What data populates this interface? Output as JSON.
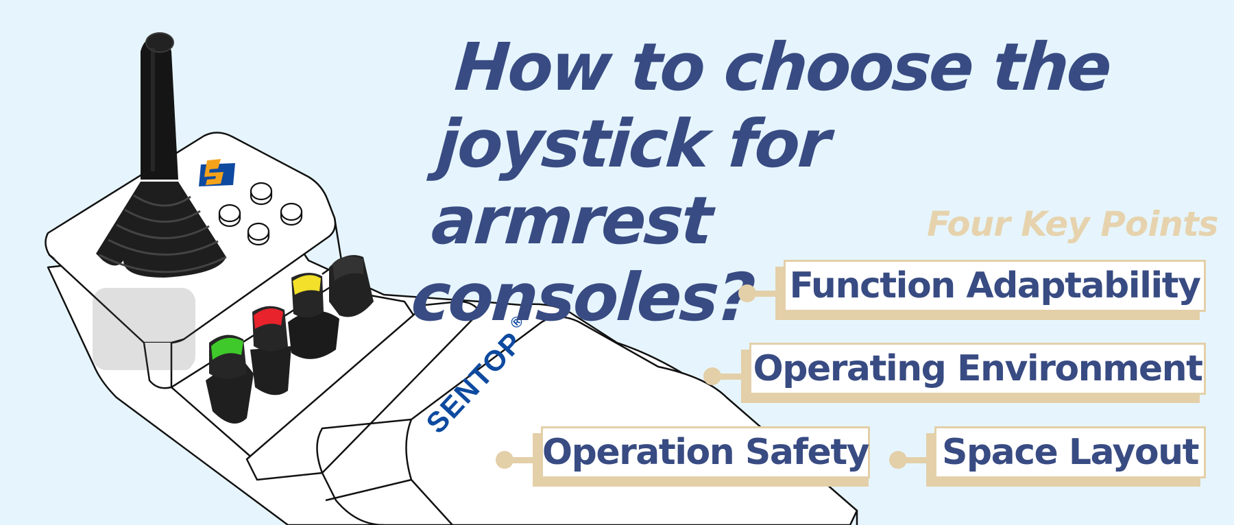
{
  "title": {
    "lines": [
      "How to choose the",
      "joystick for armrest",
      "consoles?"
    ]
  },
  "subtitle": "Four Key Points",
  "key_points": [
    {
      "label": "Function Adaptability"
    },
    {
      "label": "Operating Environment"
    },
    {
      "label": "Operation Safety"
    },
    {
      "label": "Space Layout"
    }
  ],
  "product": {
    "brand": "SENTOP",
    "registered_mark": "®",
    "lever_colors": [
      "#3fc92a",
      "#e8232c",
      "#f2e02a",
      "#2a2a2a"
    ]
  },
  "colors": {
    "background": "#e6f5fd",
    "title": "#384b82",
    "accent": "#e3cfa8",
    "brand_blue": "#0d4aa0",
    "logo_orange": "#f5a21b"
  }
}
